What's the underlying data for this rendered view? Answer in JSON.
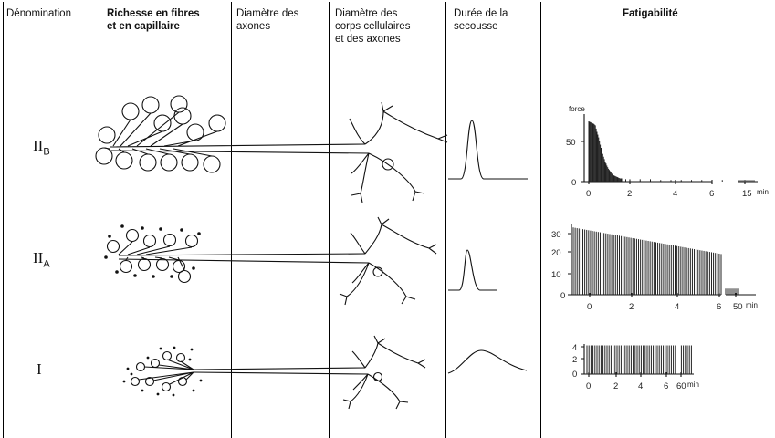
{
  "headers": {
    "denomination": "Dénomination",
    "richesse_l1": "Richesse en fibres",
    "richesse_l2": "et en capillaire",
    "diametre_axones_l1": "Diamètre des",
    "diametre_axones_l2": "axones",
    "diametre_corps_l1": "Diamètre des",
    "diametre_corps_l2": "corps cellulaires",
    "diametre_corps_l3": "et des axones",
    "duree_l1": "Durée de la",
    "duree_l2": "secousse",
    "fatigabilite": "Fatigabilité"
  },
  "rows": [
    {
      "numeral": "II",
      "subscript": "B"
    },
    {
      "numeral": "II",
      "subscript": "A"
    },
    {
      "numeral": "I",
      "subscript": ""
    }
  ],
  "chart_data": [
    {
      "type": "bar",
      "title": "",
      "ylabel": "force",
      "xlabel": "min",
      "yticks": [
        "0",
        "50"
      ],
      "xticks": [
        "0",
        "2",
        "4",
        "6",
        "15"
      ],
      "xunit": "min",
      "ylim": [
        0,
        80
      ],
      "xlim": [
        0,
        7
      ],
      "note": "",
      "x": [
        0.0,
        0.08,
        0.16,
        0.24,
        0.32,
        0.4,
        0.48,
        0.56,
        0.64,
        0.72,
        0.8,
        0.88,
        0.96,
        1.04,
        1.12,
        1.2,
        1.28,
        1.36,
        1.44,
        1.52,
        1.6,
        1.8,
        2.0,
        2.5,
        3.0,
        3.5,
        4.0,
        4.5,
        5.0,
        5.5,
        6.0,
        6.5
      ],
      "values": [
        75,
        74,
        73,
        72,
        70,
        62,
        55,
        46,
        38,
        31,
        25,
        20,
        16,
        13,
        10,
        8,
        7,
        6,
        5,
        4,
        4,
        3,
        3,
        3,
        3,
        2,
        2,
        2,
        2,
        2,
        2,
        2
      ]
    },
    {
      "type": "bar",
      "title": "",
      "ylabel": "",
      "xlabel": "min",
      "yticks": [
        "0",
        "10",
        "20",
        "30"
      ],
      "xticks": [
        "0",
        "2",
        "4",
        "6",
        "50"
      ],
      "xunit": "min",
      "ylim": [
        0,
        35
      ],
      "xlim": [
        0,
        7
      ],
      "start_value": 33,
      "end_value": 20,
      "tail_value": 3
    },
    {
      "type": "bar",
      "title": "",
      "ylabel": "",
      "xlabel": "min",
      "yticks": [
        "0",
        "2",
        "4"
      ],
      "xticks": [
        "0",
        "2",
        "4",
        "6",
        "60"
      ],
      "xunit": "min",
      "ylim": [
        0,
        5
      ],
      "xlim": [
        0,
        7
      ],
      "level": 4.2
    }
  ],
  "colors": {
    "ink": "#111111",
    "background": "#ffffff"
  }
}
